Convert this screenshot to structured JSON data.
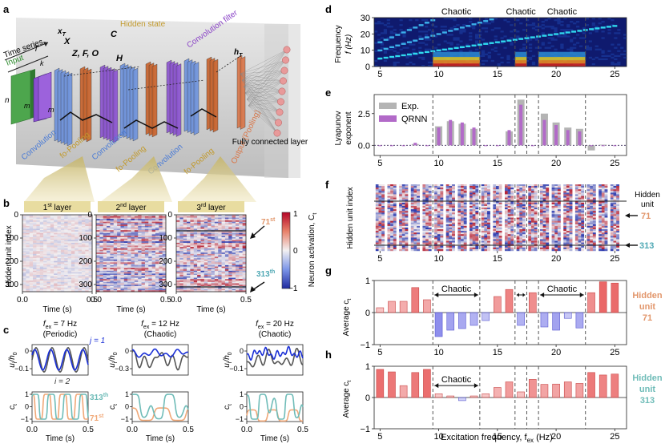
{
  "panel_labels": {
    "a": "a",
    "b": "b",
    "c": "c",
    "d": "d",
    "e": "e",
    "f": "f",
    "g": "g",
    "h": "h"
  },
  "diagram": {
    "time_series": "Time series",
    "x_vec": "x",
    "x_vec_sub": "T",
    "input": "Input",
    "T": "T",
    "k": "k",
    "n": "n",
    "m": "m",
    "X": "X",
    "ZFO": "Z, F, O",
    "C": "C",
    "H": "H",
    "hidden_state": "Hidden state",
    "h_T": "h",
    "h_T_sub": "T",
    "conv_filter": "Convolution filter",
    "layer_labels": [
      "Convolution",
      "fo-Pooling",
      "Convolution",
      "fo-Pooling",
      "Convolution",
      "fo-Pooling",
      "Output (Pooling)"
    ],
    "fc_layer": "Fully connected layer"
  },
  "panel_b": {
    "titles": [
      "1st layer",
      "2nd layer",
      "3rd layer"
    ],
    "title_base": [
      "1",
      "2",
      "3"
    ],
    "title_sup": [
      "st",
      "nd",
      "rd"
    ],
    "title_tail": " layer",
    "ylabel": "Hidden unit index",
    "xlabel": "Time (s)",
    "yticks": [
      "0",
      "100",
      "200",
      "300"
    ],
    "xticks": [
      "0.0",
      "0.5"
    ],
    "colorbar_label": "Neuron activation, C",
    "colorbar_sub": "t",
    "colorbar_ticks": [
      "1",
      "0",
      "−1"
    ],
    "unit71": "71",
    "unit71_sup": "st",
    "unit313": "313",
    "unit313_sup": "th"
  },
  "panel_c": {
    "titles": [
      {
        "f": "f",
        "sub": "ex",
        "eq": " = 7 Hz",
        "regime": "(Periodic)"
      },
      {
        "f": "f",
        "sub": "ex",
        "eq": " = 12 Hz",
        "regime": "(Chaotic)"
      },
      {
        "f": "f",
        "sub": "ex",
        "eq": " = 20 Hz",
        "regime": "(Chaotic)"
      }
    ],
    "ylabel_top": "u",
    "ylabel_top_rest": "/h",
    "ylabel_top_sub": "0",
    "ylabel_bottom": "c",
    "ylabel_bottom_sub": "t",
    "top_yticks": [
      [
        "0",
        "−0.1"
      ],
      [
        "0",
        "−0.3"
      ],
      [
        "0",
        "−0.1"
      ]
    ],
    "bottom_yticks": [
      "1",
      "0",
      "−1"
    ],
    "xticks": [
      "0.0",
      "0.5"
    ],
    "xlabel": "Time (s)",
    "j1": "j = 1",
    "i2": "i = 2",
    "unit313": "313",
    "unit313_sup": "th",
    "unit71": "71",
    "unit71_sup": "st",
    "colors": {
      "j1": "#1a2fd6",
      "i2": "#555555",
      "u313": "#6fbcb8",
      "u71": "#f0a878"
    }
  },
  "panel_d": {
    "ylabel": "Frequency",
    "ylabel2": "f (Hz)",
    "yticks": [
      "0",
      "10",
      "20",
      "30"
    ],
    "xticks": [
      "5",
      "10",
      "15",
      "20",
      "25"
    ],
    "chaotic_labels": [
      "Chaotic",
      "Chaotic",
      "Chaotic"
    ]
  },
  "panel_e": {
    "ylabel": "Lyapunov",
    "ylabel2": "exponent",
    "yticks": [
      "2.5",
      "0.0"
    ],
    "xticks": [
      "5",
      "10",
      "15",
      "20",
      "25"
    ],
    "legend": [
      "Exp.",
      "QRNN"
    ],
    "colors": {
      "exp": "#b4b4b4",
      "qrnn": "#b26ac8"
    }
  },
  "panel_f": {
    "ylabel": "Hidden unit index",
    "xticks": [
      "5",
      "10",
      "15",
      "20",
      "25"
    ],
    "hidden_unit": "Hidden",
    "hidden_unit2": "unit",
    "u71": "71",
    "u313": "313"
  },
  "panel_g": {
    "ylabel": "Average c",
    "ylabel_sub": "t",
    "yticks": [
      "1",
      "0",
      "−1"
    ],
    "xticks": [
      "5",
      "10",
      "15",
      "20",
      "25"
    ],
    "chaotic": "Chaotic",
    "side1": "Hidden",
    "side2": "unit",
    "side3": "71"
  },
  "panel_h": {
    "ylabel": "Average c",
    "ylabel_sub": "t",
    "yticks": [
      "1",
      "0",
      "−1"
    ],
    "xticks": [
      "5",
      "10",
      "15",
      "20",
      "25"
    ],
    "chaotic": "Chaotic",
    "side1": "Hidden",
    "side2": "unit",
    "side3": "313",
    "xlabel": "Excitation frequency, f",
    "xlabel_sub": "ex",
    "xlabel_unit": " (Hz)"
  },
  "chart_data": [
    {
      "type": "bar",
      "panel": "e",
      "x": [
        5,
        6,
        7,
        8,
        9,
        10,
        11,
        12,
        13,
        14,
        15,
        16,
        17,
        18,
        19,
        20,
        21,
        22,
        23,
        24,
        25
      ],
      "series": [
        {
          "name": "Exp.",
          "values": [
            0,
            0,
            0,
            0.1,
            0,
            1.5,
            1.9,
            1.7,
            1.3,
            0,
            0,
            1.1,
            3.6,
            0,
            2.5,
            1.8,
            1.4,
            1.3,
            -0.4,
            0.05,
            0
          ]
        },
        {
          "name": "QRNN",
          "values": [
            0,
            0,
            0,
            0.2,
            0,
            1.4,
            2.0,
            1.8,
            1.4,
            0,
            0,
            1.2,
            3.2,
            0,
            2.0,
            1.6,
            1.2,
            1.1,
            0,
            0,
            0
          ]
        }
      ],
      "ylim": [
        -0.8,
        4
      ],
      "xlim": [
        4.5,
        26
      ]
    },
    {
      "type": "bar",
      "panel": "g",
      "x": [
        5,
        6,
        7,
        8,
        9,
        10,
        11,
        12,
        13,
        14,
        15,
        16,
        17,
        18,
        19,
        20,
        21,
        22,
        23,
        24,
        25
      ],
      "values": [
        0.15,
        0.35,
        0.35,
        0.78,
        0.4,
        -0.75,
        -0.55,
        -0.5,
        -0.4,
        -0.25,
        0.5,
        0.72,
        -0.4,
        0.62,
        -0.45,
        -0.55,
        -0.18,
        -0.48,
        0.62,
        0.96,
        0.92
      ],
      "ylim": [
        -1,
        1
      ],
      "xlim": [
        4.5,
        26
      ]
    },
    {
      "type": "bar",
      "panel": "h",
      "x": [
        5,
        6,
        7,
        8,
        9,
        10,
        11,
        12,
        13,
        14,
        15,
        16,
        17,
        18,
        19,
        20,
        21,
        22,
        23,
        24,
        25
      ],
      "values": [
        0.9,
        0.82,
        0.38,
        0.8,
        0.9,
        0.12,
        0.05,
        -0.1,
        0.05,
        0.12,
        0.32,
        0.5,
        0.18,
        0.58,
        0.42,
        0.43,
        0.5,
        0.45,
        0.8,
        0.72,
        0.75
      ],
      "ylim": [
        -1,
        1
      ],
      "xlim": [
        4.5,
        26
      ]
    },
    {
      "type": "heatmap",
      "panel": "d",
      "xlim": [
        4.5,
        26
      ],
      "ylim": [
        0,
        30
      ],
      "chaotic_bounds": [
        9.5,
        13.5,
        16.5,
        17.5,
        18.5,
        22.5
      ]
    }
  ]
}
